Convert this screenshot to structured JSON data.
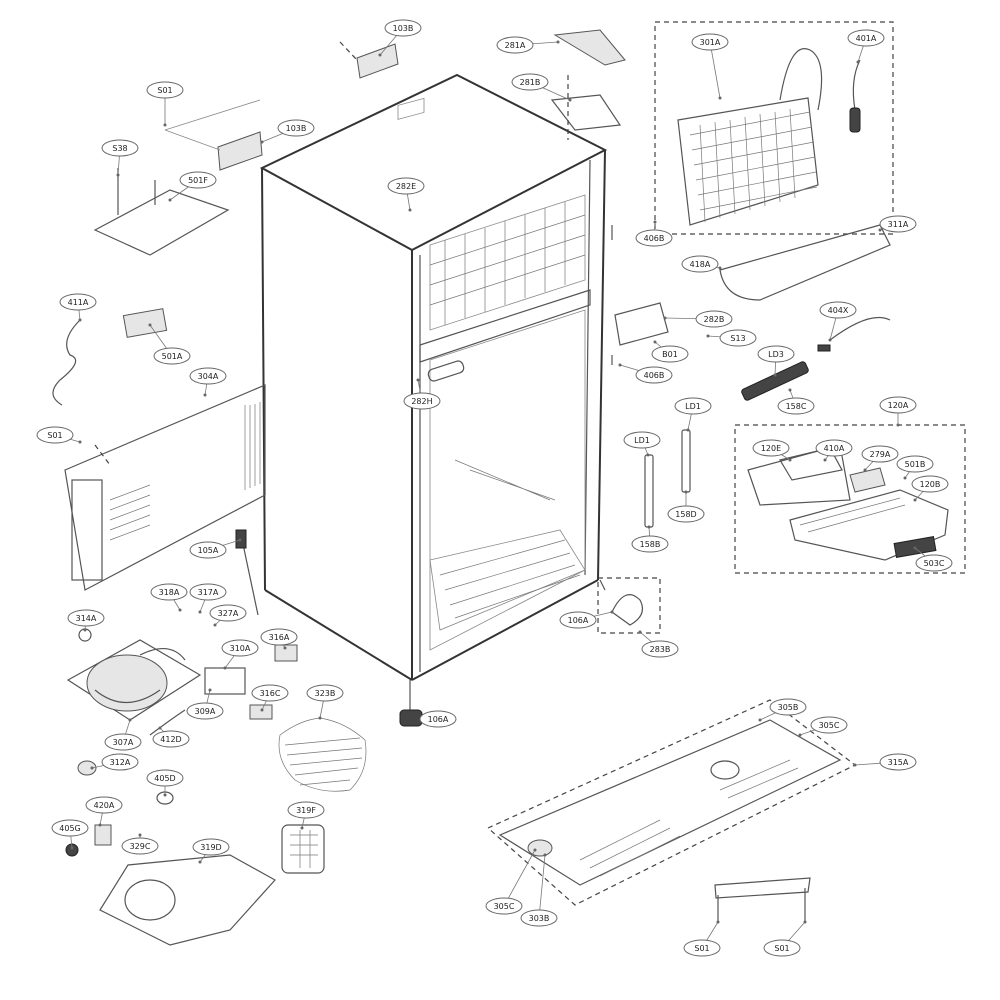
{
  "callouts": [
    {
      "label": "103B"
    },
    {
      "label": "103B"
    },
    {
      "label": "S01"
    },
    {
      "label": "S38"
    },
    {
      "label": "501F"
    },
    {
      "label": "281A"
    },
    {
      "label": "281B"
    },
    {
      "label": "282E"
    },
    {
      "label": "301A"
    },
    {
      "label": "401A"
    },
    {
      "label": "406B"
    },
    {
      "label": "311A"
    },
    {
      "label": "418A"
    },
    {
      "label": "282B"
    },
    {
      "label": "S13"
    },
    {
      "label": "B01"
    },
    {
      "label": "406B"
    },
    {
      "label": "404X"
    },
    {
      "label": "LD3"
    },
    {
      "label": "158C"
    },
    {
      "label": "411A"
    },
    {
      "label": "501A"
    },
    {
      "label": "304A"
    },
    {
      "label": "S01"
    },
    {
      "label": "282H"
    },
    {
      "label": "LD1"
    },
    {
      "label": "LD1"
    },
    {
      "label": "158D"
    },
    {
      "label": "158B"
    },
    {
      "label": "120A"
    },
    {
      "label": "120E"
    },
    {
      "label": "410A"
    },
    {
      "label": "279A"
    },
    {
      "label": "501B"
    },
    {
      "label": "120B"
    },
    {
      "label": "503C"
    },
    {
      "label": "105A"
    },
    {
      "label": "318A"
    },
    {
      "label": "317A"
    },
    {
      "label": "327A"
    },
    {
      "label": "314A"
    },
    {
      "label": "310A"
    },
    {
      "label": "316A"
    },
    {
      "label": "106A"
    },
    {
      "label": "283B"
    },
    {
      "label": "316C"
    },
    {
      "label": "323B"
    },
    {
      "label": "309A"
    },
    {
      "label": "307A"
    },
    {
      "label": "412D"
    },
    {
      "label": "106A"
    },
    {
      "label": "312A"
    },
    {
      "label": "405D"
    },
    {
      "label": "420A"
    },
    {
      "label": "405G"
    },
    {
      "label": "329C"
    },
    {
      "label": "319D"
    },
    {
      "label": "319F"
    },
    {
      "label": "305B"
    },
    {
      "label": "305C"
    },
    {
      "label": "315A"
    },
    {
      "label": "305C"
    },
    {
      "label": "303B"
    },
    {
      "label": "S01"
    },
    {
      "label": "S01"
    }
  ]
}
